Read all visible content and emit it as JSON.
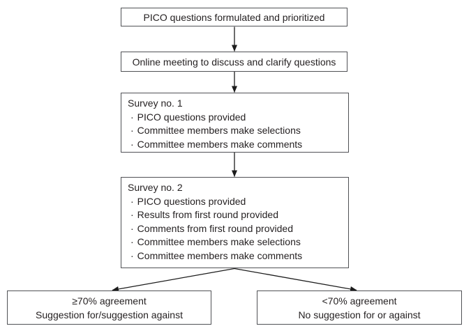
{
  "flowchart": {
    "bullet_char": "·",
    "colors": {
      "background": "#ffffff",
      "border": "#505155",
      "text": "#231f20",
      "arrow": "#1c1c1c"
    },
    "steps": [
      {
        "label": "PICO questions formulated and prioritized"
      },
      {
        "label": "Online meeting to discuss and clarify questions"
      },
      {
        "title": "Survey no. 1",
        "bullets": [
          "PICO questions provided",
          "Committee members make selections",
          "Committee members make comments"
        ]
      },
      {
        "title": "Survey no. 2",
        "bullets": [
          "PICO questions provided",
          "Results from first round provided",
          "Comments from first round provided",
          "Committee members make selections",
          "Committee members make comments"
        ]
      }
    ],
    "outcomes": [
      {
        "line1": "≥70% agreement",
        "line2": "Suggestion for/suggestion against"
      },
      {
        "line1": "<70% agreement",
        "line2": "No suggestion for or against"
      }
    ]
  }
}
